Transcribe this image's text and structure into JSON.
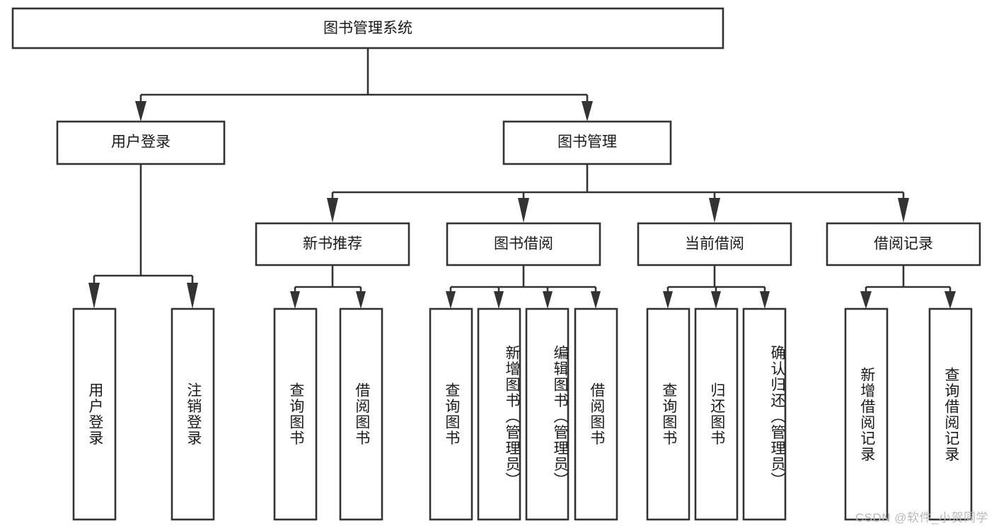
{
  "diagram": {
    "type": "tree-hierarchy",
    "title": "图书管理系统",
    "watermark": "CSDN @软件_小贺同学",
    "colors": {
      "box_stroke": "#333333",
      "box_fill": "#ffffff",
      "text": "#1a1a1a",
      "background": "#ffffff",
      "watermark": "#b9b9b9"
    },
    "nodes": {
      "root": {
        "label": "图书管理系统",
        "orientation": "horizontal"
      },
      "level2": [
        {
          "id": "user-login",
          "label": "用户登录",
          "orientation": "horizontal"
        },
        {
          "id": "book-manage",
          "label": "图书管理",
          "orientation": "horizontal"
        }
      ],
      "level3": [
        {
          "id": "new-book-rec",
          "label": "新书推荐",
          "orientation": "horizontal"
        },
        {
          "id": "book-borrow",
          "label": "图书借阅",
          "orientation": "horizontal"
        },
        {
          "id": "current-borrow",
          "label": "当前借阅",
          "orientation": "horizontal"
        },
        {
          "id": "borrow-record",
          "label": "借阅记录",
          "orientation": "horizontal"
        }
      ],
      "leaves": {
        "user-login": [
          {
            "id": "leaf-user-login",
            "label": "用户登录",
            "orientation": "vertical"
          },
          {
            "id": "leaf-logout-login",
            "label": "注销登录",
            "orientation": "vertical"
          }
        ],
        "new-book-rec": [
          {
            "id": "leaf-query-book-1",
            "label": "查询图书",
            "orientation": "vertical"
          },
          {
            "id": "leaf-borrow-book-1",
            "label": "借阅图书",
            "orientation": "vertical"
          }
        ],
        "book-borrow": [
          {
            "id": "leaf-query-book-2",
            "label": "查询图书",
            "orientation": "vertical"
          },
          {
            "id": "leaf-add-book",
            "label": "新增图书（管理员）",
            "orientation": "vertical"
          },
          {
            "id": "leaf-edit-book",
            "label": "编辑图书（管理员）",
            "orientation": "vertical"
          },
          {
            "id": "leaf-borrow-book-2",
            "label": "借阅图书",
            "orientation": "vertical"
          }
        ],
        "current-borrow": [
          {
            "id": "leaf-query-book-3",
            "label": "查询图书",
            "orientation": "vertical"
          },
          {
            "id": "leaf-return-book",
            "label": "归还图书",
            "orientation": "vertical"
          },
          {
            "id": "leaf-confirm-return",
            "label": "确认归还（管理员）",
            "orientation": "vertical"
          }
        ],
        "borrow-record": [
          {
            "id": "leaf-add-record",
            "label": "新增借阅记录",
            "orientation": "vertical"
          },
          {
            "id": "leaf-query-record",
            "label": "查询借阅记录",
            "orientation": "vertical"
          }
        ]
      }
    }
  }
}
